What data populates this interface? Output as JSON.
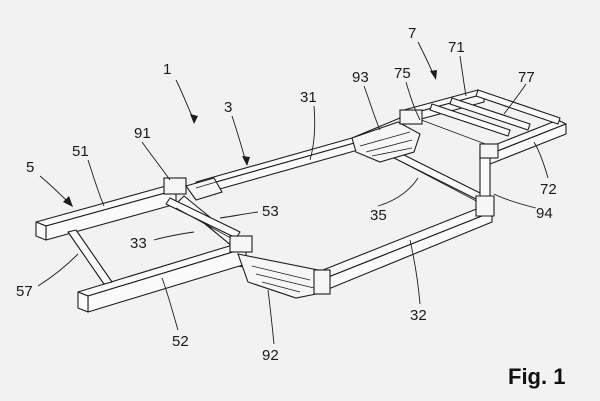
{
  "figure": {
    "caption": "Fig. 1"
  },
  "labels": [
    {
      "id": "1",
      "text": "1"
    },
    {
      "id": "3",
      "text": "3"
    },
    {
      "id": "5",
      "text": "5"
    },
    {
      "id": "7",
      "text": "7"
    },
    {
      "id": "31",
      "text": "31"
    },
    {
      "id": "32",
      "text": "32"
    },
    {
      "id": "33",
      "text": "33"
    },
    {
      "id": "35",
      "text": "35"
    },
    {
      "id": "51",
      "text": "51"
    },
    {
      "id": "52",
      "text": "52"
    },
    {
      "id": "53",
      "text": "53"
    },
    {
      "id": "57",
      "text": "57"
    },
    {
      "id": "71",
      "text": "71"
    },
    {
      "id": "72",
      "text": "72"
    },
    {
      "id": "75",
      "text": "75"
    },
    {
      "id": "77",
      "text": "77"
    },
    {
      "id": "91",
      "text": "91"
    },
    {
      "id": "92",
      "text": "92"
    },
    {
      "id": "93",
      "text": "93"
    },
    {
      "id": "94",
      "text": "94"
    }
  ]
}
